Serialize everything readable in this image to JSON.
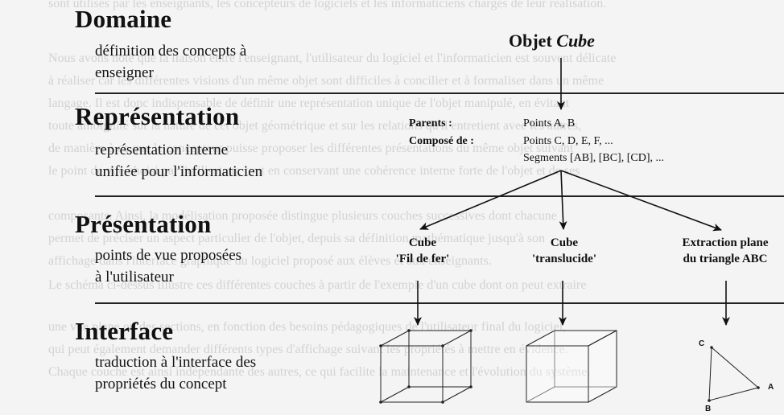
{
  "background_text": [
    "sont utilisés par les enseignants, les concepteurs de logiciels et les informaticiens chargés de leur réalisation.",
    "Nous avons noté que la liaison entre l'enseignant, l'utilisateur du logiciel et l'informaticien est souvent délicate",
    "à réaliser car les différentes visions d'un même objet sont difficiles à concilier et à formaliser dans un même",
    "langage. Il est donc indispensable de définir une représentation unique de l'objet manipulé, en évitant",
    "toute ambiguïté sur la nature de cet objet géométrique et sur les relations qu'il entretient avec les autres,",
    "de manière à ce que le concepteur puisse proposer les différentes présentations du même objet suivant",
    "le point de vue choisi par l'utilisateur, tout en conservant une cohérence interne forte de l'objet et de ses",
    "composants. Ainsi, la modélisation proposée distingue plusieurs couches successives dont chacune",
    "permet de préciser un aspect particulier de l'objet, depuis sa définition mathématique jusqu'à son",
    "affichage dans l'interface graphique du logiciel proposé aux élèves et aux enseignants.",
    "Le schéma ci-dessus illustre ces différentes couches à partir de l'exemple d'un cube dont on peut extraire",
    "une vue plane ou des sections, en fonction des besoins pédagogiques de l'utilisateur final du logiciel,",
    "qui peut également demander différents types d'affichage suivant les propriétés à mettre en évidence.",
    "Chaque couche est ainsi indépendante des autres, ce qui facilite la maintenance et l'évolution du système."
  ],
  "layers": [
    {
      "title": "Domaine",
      "desc": [
        "définition des concepts à",
        "enseigner"
      ]
    },
    {
      "title": "Représentation",
      "desc": [
        "représentation interne",
        "unifiée pour l'informaticien"
      ]
    },
    {
      "title": "Présentation",
      "desc": [
        "points de vue proposées",
        "à l'utilisateur"
      ]
    },
    {
      "title": "Interface",
      "desc": [
        "traduction à l'interface des",
        "propriétés du concept"
      ]
    }
  ],
  "object": {
    "prefix": "Objet",
    "name": "Cube"
  },
  "representation": {
    "labels": [
      "Parents :",
      "Composé de :"
    ],
    "values": [
      "Points A, B",
      "Points C, D, E, F, ...",
      "Segments [AB], [BC], [CD], ..."
    ]
  },
  "views": [
    {
      "line1": "Cube",
      "line2": "'Fil de fer'"
    },
    {
      "line1": "Cube",
      "line2": "'translucide'"
    },
    {
      "line1": "Extraction plane",
      "line2": "du triangle ABC"
    }
  ],
  "triangle_points": [
    "C",
    "A",
    "B"
  ]
}
